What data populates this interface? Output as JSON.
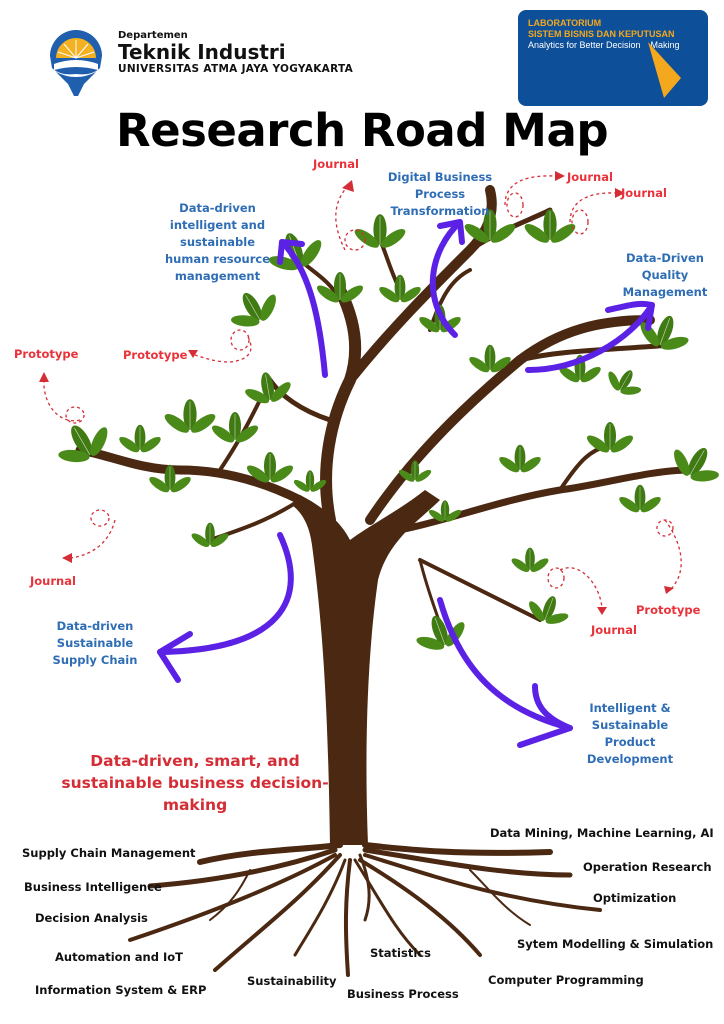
{
  "header": {
    "department_label": "Departemen",
    "program_name": "Teknik Industri",
    "university": "UNIVERSITAS ATMA JAYA YOGYAKARTA",
    "lab": {
      "line1": "LABORATORIUM",
      "line2": "SISTEM BISNIS DAN KEPUTUSAN",
      "tagline": "Analytics for Better Decision    Making"
    }
  },
  "title": "Research Road Map",
  "vision": "Data-driven, smart, and sustainable business decision-making",
  "research_areas": [
    {
      "id": "hrm",
      "lines": [
        "Data-driven",
        "intelligent and",
        "sustainable",
        "human resource",
        "management"
      ]
    },
    {
      "id": "dbpt",
      "lines": [
        "Digital Business",
        "Process",
        "Transformation"
      ]
    },
    {
      "id": "dqm",
      "lines": [
        "Data-Driven",
        "Quality",
        "Management"
      ]
    },
    {
      "id": "dssc",
      "lines": [
        "Data-driven",
        "Sustainable",
        "Supply Chain"
      ]
    },
    {
      "id": "ispd",
      "lines": [
        "Intelligent &",
        "Sustainable",
        "Product",
        "Development"
      ]
    }
  ],
  "outputs": [
    {
      "label": "Journal"
    },
    {
      "label": "Journal"
    },
    {
      "label": "Journal"
    },
    {
      "label": "Prototype"
    },
    {
      "label": "Prototype"
    },
    {
      "label": "Journal"
    },
    {
      "label": "Prototype"
    },
    {
      "label": "Journal"
    }
  ],
  "roots": [
    "Supply Chain Management",
    "Business Intelligence",
    "Decision Analysis",
    "Automation and IoT",
    "Information System & ERP",
    "Sustainability",
    "Statistics",
    "Business Process",
    "Data Mining, Machine Learning, AI",
    "Operation Research",
    "Optimization",
    "Sytem Modelling & Simulation",
    "Computer Programming"
  ],
  "colors": {
    "area_text": "#2f6db5",
    "output_text": "#e8333b",
    "vision_text": "#d42d35",
    "arrow": "#5b22e6",
    "trunk": "#4a2812",
    "leaf": "#3f7a12",
    "lab_bg": "#0d4f99",
    "lab_accent": "#f4a81d"
  }
}
